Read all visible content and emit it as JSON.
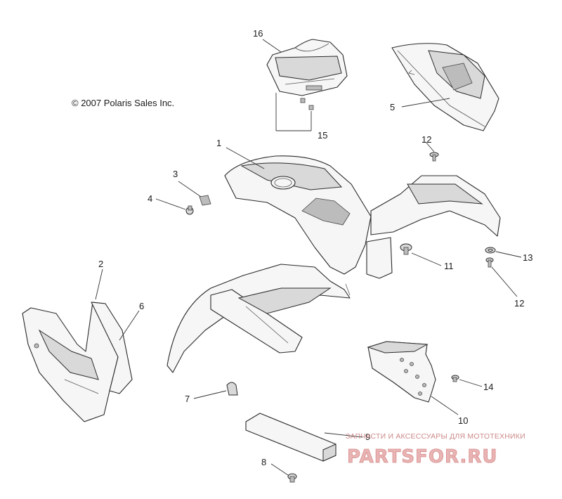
{
  "copyright": "© 2007 Polaris Sales Inc.",
  "callouts": [
    "1",
    "2",
    "3",
    "4",
    "5",
    "6",
    "7",
    "8",
    "9",
    "10",
    "11",
    "12",
    "12",
    "13",
    "14",
    "15",
    "16"
  ],
  "watermark": {
    "subtitle": "ЗАПЧАСТИ И АКСЕССУАРЫ ДЛЯ МОТОТЕХНИКИ",
    "brand": "PARTSFOR.RU"
  }
}
